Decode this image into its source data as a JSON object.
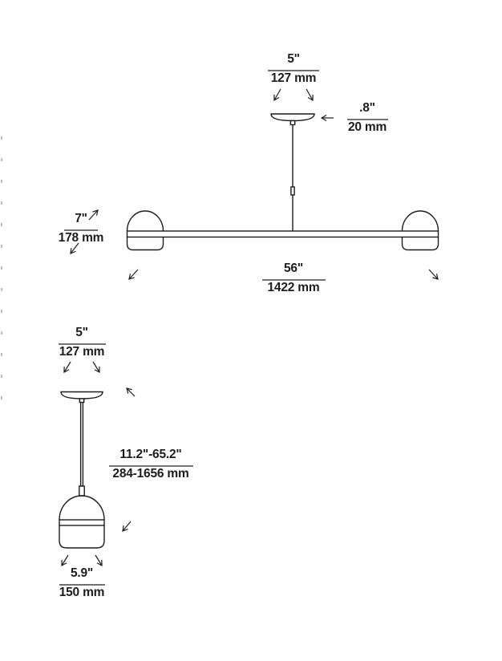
{
  "page": {
    "background": "#ffffff",
    "line_color": "#1c1c1c"
  },
  "linear_fixture": {
    "name": "linear-suspension-drawing",
    "canopy_width": {
      "inches": "5\"",
      "mm": "127 mm"
    },
    "canopy_height": {
      "inches": ".8\"",
      "mm": "20 mm"
    },
    "shade_height": {
      "inches": "7\"",
      "mm": "178 mm"
    },
    "overall_width": {
      "inches": "56\"",
      "mm": "1422 mm"
    }
  },
  "pendant_fixture": {
    "name": "pendant-drawing",
    "canopy_width": {
      "inches": "5\"",
      "mm": "127 mm"
    },
    "suspension_range": {
      "inches": "11.2\"-65.2\"",
      "mm": "284-1656 mm"
    },
    "shade_width": {
      "inches": "5.9\"",
      "mm": "150 mm"
    }
  }
}
